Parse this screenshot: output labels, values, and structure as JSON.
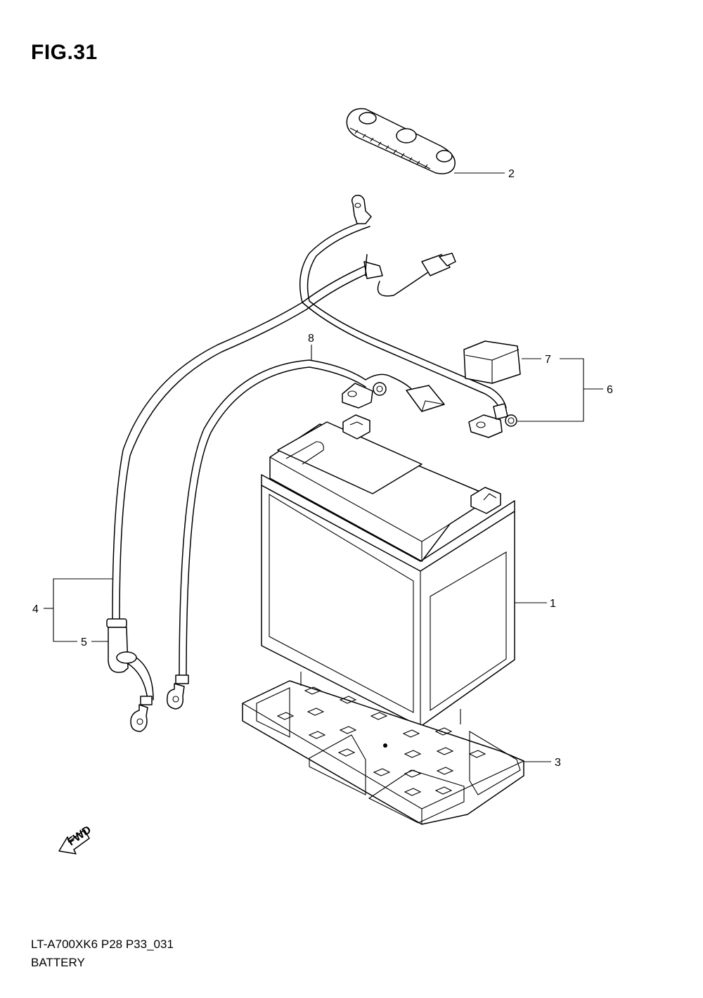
{
  "figure": {
    "title": "FIG.31",
    "model_code": "LT-A700XK6 P28 P33_031",
    "name": "BATTERY"
  },
  "fwd_label": "FWD",
  "callouts": {
    "c1": "1",
    "c2": "2",
    "c3": "3",
    "c4": "4",
    "c5": "5",
    "c6": "6",
    "c7": "7",
    "c8": "8"
  }
}
